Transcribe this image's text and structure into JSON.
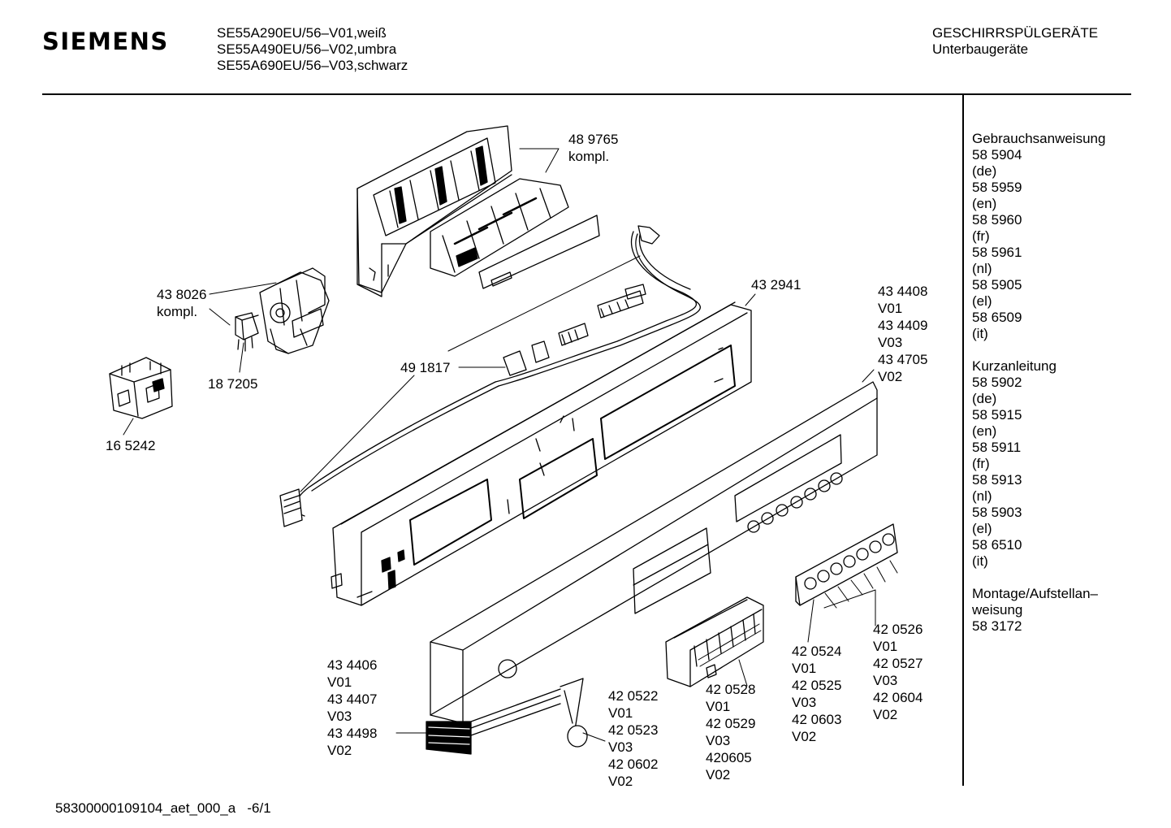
{
  "header": {
    "brand": "SIEMENS",
    "models": [
      "SE55A290EU/56–V01,weiß",
      "SE55A490EU/56–V02,umbra",
      "SE55A690EU/56–V03,schwarz"
    ],
    "category": "GESCHIRRSPÜLGERÄTE",
    "subcategory": "Unterbaugeräte"
  },
  "sidebar": {
    "groups": [
      {
        "title": "Gebrauchsanweisung",
        "items": [
          "58 5904",
          "(de)",
          "58 5959",
          "(en)",
          "58 5960",
          "(fr)",
          "58 5961",
          "(nl)",
          "58 5905",
          "(el)",
          "58 6509",
          "(it)"
        ]
      },
      {
        "title": "Kurzanleitung",
        "items": [
          "58 5902",
          "(de)",
          "58 5915",
          "(en)",
          "58 5911",
          "(fr)",
          "58 5913",
          "(nl)",
          "58 5903",
          "(el)",
          "58 6510",
          "(it)"
        ]
      },
      {
        "title": "Montage/Aufstellan–",
        "items": [
          "weisung",
          "58 3172"
        ]
      }
    ]
  },
  "parts": {
    "p489765": [
      "48 9765",
      "kompl."
    ],
    "p438026": [
      "43 8026",
      "kompl."
    ],
    "p187205": [
      "18 7205"
    ],
    "p165242": [
      "16 5242"
    ],
    "p491817": [
      "49 1817"
    ],
    "p432941": [
      "43 2941"
    ],
    "p434408": [
      "43 4408",
      "V01",
      "43 4409",
      "V03",
      "43 4705",
      "V02"
    ],
    "p434406": [
      "43 4406",
      "V01",
      "43 4407",
      "V03",
      "43 4498",
      "V02"
    ],
    "p420522": [
      "42 0522",
      "V01",
      "42 0523",
      "V03",
      "42 0602",
      "V02"
    ],
    "p420528": [
      "42 0528",
      "V01",
      "42 0529",
      "V03",
      "420605",
      "V02"
    ],
    "p420524": [
      "42 0524",
      "V01",
      "42 0525",
      "V03",
      "42 0603",
      "V02"
    ],
    "p420526": [
      "42 0526",
      "V01",
      "42 0527",
      "V03",
      "42 0604",
      "V02"
    ]
  },
  "footer": {
    "doc_id": "58300000109104_aet_000_a",
    "page": "-6/1"
  }
}
